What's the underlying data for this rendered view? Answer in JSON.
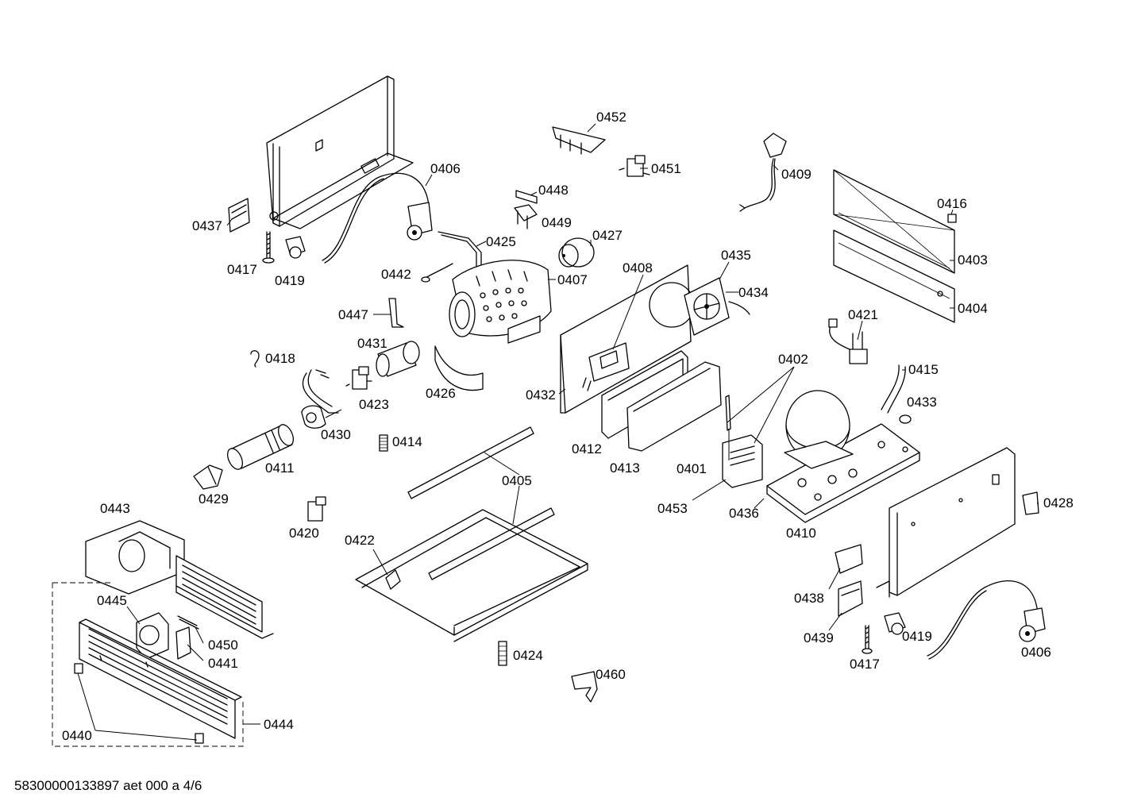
{
  "footer": {
    "doc_code": "58300000133897 aet 000 a 4/6"
  },
  "callouts": {
    "c0452": "0452",
    "c0451": "0451",
    "c0406a": "0406",
    "c0409": "0409",
    "c0448": "0448",
    "c0449": "0449",
    "c0416": "0416",
    "c0437": "0437",
    "c0425": "0425",
    "c0427": "0427",
    "c0417a": "0417",
    "c0419a": "0419",
    "c0442": "0442",
    "c0408": "0408",
    "c0435": "0435",
    "c0403": "0403",
    "c0407": "0407",
    "c0434": "0434",
    "c0447": "0447",
    "c0404": "0404",
    "c0421": "0421",
    "c0431": "0431",
    "c0402": "0402",
    "c0418": "0418",
    "c0415": "0415",
    "c0432": "0432",
    "c0426": "0426",
    "c0423": "0423",
    "c0433": "0433",
    "c0430": "0430",
    "c0414": "0414",
    "c0412": "0412",
    "c0413": "0413",
    "c0401": "0401",
    "c0411": "0411",
    "c0405": "0405",
    "c0429": "0429",
    "c0428": "0428",
    "c0443": "0443",
    "c0453": "0453",
    "c0436": "0436",
    "c0420": "0420",
    "c0410": "0410",
    "c0422": "0422",
    "c0438": "0438",
    "c0445": "0445",
    "c0450": "0450",
    "c0441": "0441",
    "c0419b": "0419",
    "c0439": "0439",
    "c0406b": "0406",
    "c0424": "0424",
    "c0417b": "0417",
    "c0460": "0460",
    "c0444": "0444",
    "c0440": "0440"
  }
}
